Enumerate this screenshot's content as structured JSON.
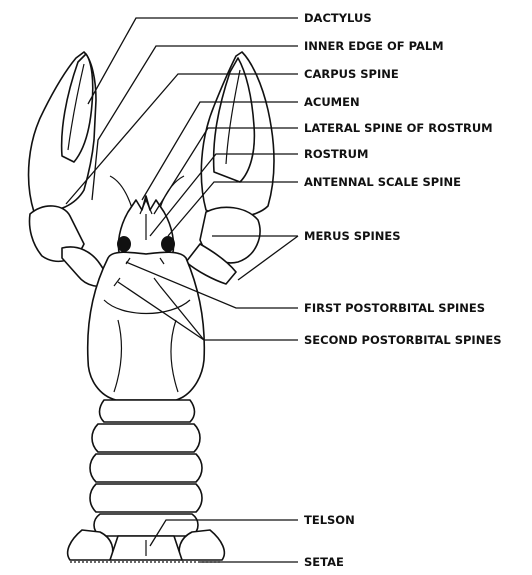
{
  "diagram": {
    "labels": {
      "dactylus": "DACTYLUS",
      "inner_edge_of_palm": "INNER EDGE OF PALM",
      "carpus_spine": "CARPUS SPINE",
      "acumen": "ACUMEN",
      "lateral_spine_of_rostrum": "LATERAL SPINE OF ROSTRUM",
      "rostrum": "ROSTRUM",
      "antennal_scale_spine": "ANTENNAL SCALE SPINE",
      "merus_spines": "MERUS SPINES",
      "first_postorbital_spines": "FIRST POSTORBITAL SPINES",
      "second_postorbital_spines": "SECOND  POSTORBITAL SPINES",
      "telson": "TELSON",
      "setae": "SETAE"
    },
    "colors": {
      "line": "#111111",
      "background": "#ffffff"
    }
  }
}
